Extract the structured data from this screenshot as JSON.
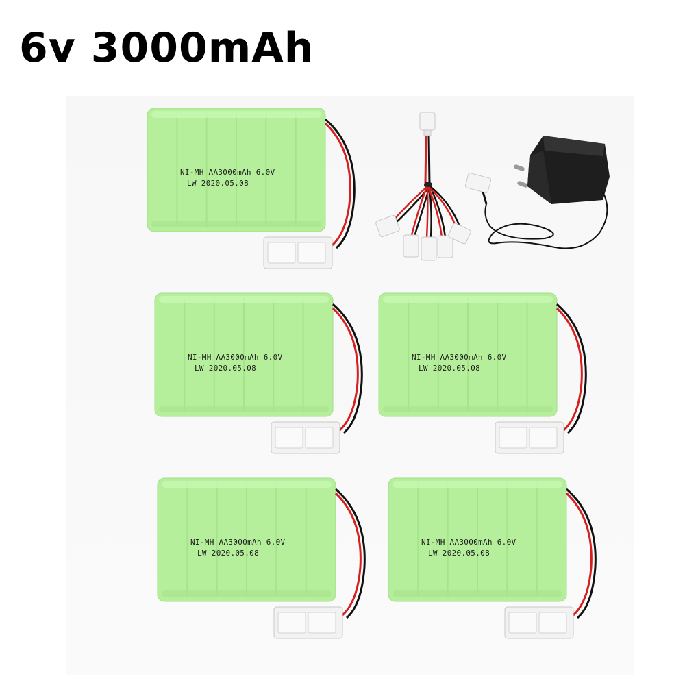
{
  "headline": "6v 3000mAh",
  "battery_label": {
    "line1": "NI-MH AA3000mAh 6.0V",
    "line2": "LW 2020.05.08"
  },
  "colors": {
    "battery_green": "#b6ef9b",
    "wire_red": "#d61f1f",
    "wire_black": "#111111",
    "connector": "#f2f2f2",
    "charger": "#1e1e1e"
  },
  "items": [
    {
      "name": "battery-pack",
      "count": 5
    },
    {
      "name": "splitter-cable",
      "count": 1
    },
    {
      "name": "wall-charger",
      "count": 1
    }
  ]
}
